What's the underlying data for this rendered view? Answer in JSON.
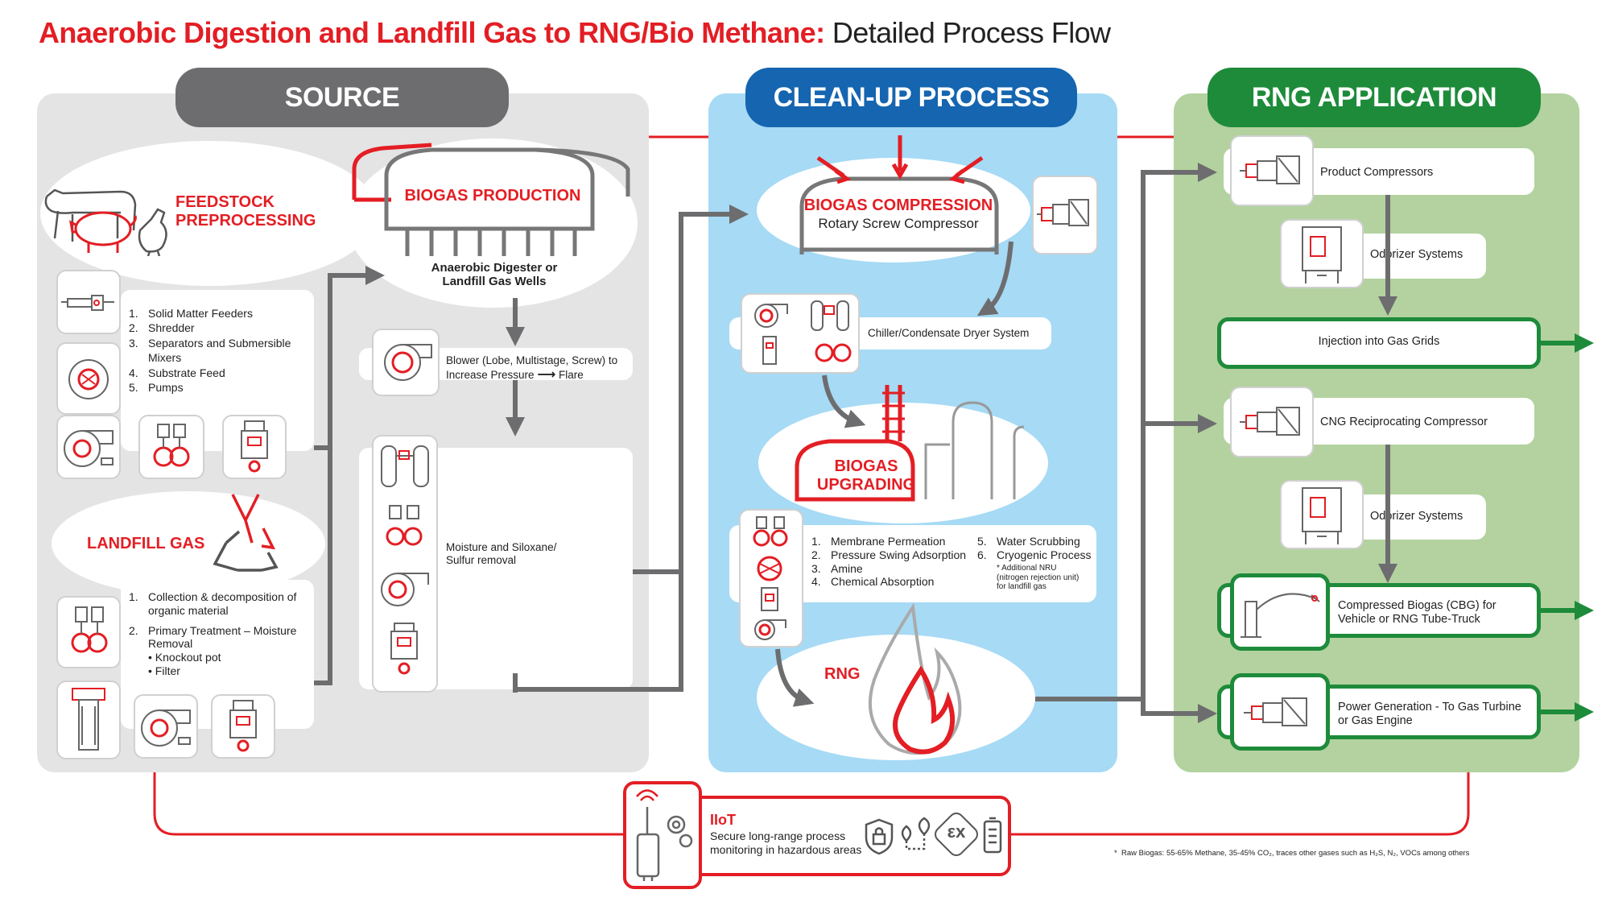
{
  "title": {
    "bold": "Anaerobic Digestion and Landfill Gas to RNG/Bio Methane:",
    "normal": " Detailed Process Flow"
  },
  "colors": {
    "red": "#e31e24",
    "grey": "#6d6d6f",
    "blue": "#1565b0",
    "green": "#1e8b3a",
    "panel_grey": "#e4e4e4",
    "panel_blue": "#a6daf5",
    "panel_green": "#b3d29f"
  },
  "source": {
    "header": "SOURCE",
    "feedstock": {
      "title": "FEEDSTOCK PREPROCESSING",
      "items": [
        {
          "n": "1.",
          "t": "Solid Matter Feeders"
        },
        {
          "n": "2.",
          "t": "Shredder"
        },
        {
          "n": "3.",
          "t": "Separators and Submersible Mixers"
        },
        {
          "n": "4.",
          "t": "Substrate Feed"
        },
        {
          "n": "5.",
          "t": "Pumps"
        }
      ]
    },
    "landfill": {
      "title": "LANDFILL GAS",
      "items": [
        {
          "n": "1.",
          "t": "Collection & decomposition of organic material"
        },
        {
          "n": "2.",
          "t": "Primary Treatment – Moisture Removal",
          "sub": [
            "• Knockout pot",
            "• Filter"
          ]
        }
      ]
    },
    "biogas_production": {
      "title": "BIOGAS PRODUCTION",
      "caption": "Anaerobic Digester or Landfill Gas Wells"
    },
    "blower": {
      "text": "Blower (Lobe, Multistage, Screw) to Increase Pressure",
      "arrow": "⟶",
      "flare": "Flare"
    },
    "moisture": {
      "text": "Moisture and Siloxane/ Sulfur removal"
    }
  },
  "cleanup": {
    "header": "CLEAN-UP PROCESS",
    "compression": {
      "title": "BIOGAS COMPRESSION",
      "subtitle": "Rotary Screw Compressor"
    },
    "chiller": "Chiller/Condensate Dryer System",
    "upgrading": {
      "line1": "BIOGAS",
      "line2": "UPGRADING"
    },
    "methods_left": [
      {
        "n": "1.",
        "t": "Membrane Permeation"
      },
      {
        "n": "2.",
        "t": "Pressure Swing Adsorption"
      },
      {
        "n": "3.",
        "t": "Amine"
      },
      {
        "n": "4.",
        "t": "Chemical Absorption"
      }
    ],
    "methods_right": [
      {
        "n": "5.",
        "t": "Water Scrubbing"
      },
      {
        "n": "6.",
        "t": "Cryogenic Process"
      }
    ],
    "nru_note": "* Additional NRU (nitrogen rejection unit) for landfill gas",
    "rng": "RNG"
  },
  "application": {
    "header": "RNG APPLICATION",
    "product_compressors": "Product Compressors",
    "odorizer1": "Odorizer Systems",
    "injection": "Injection into Gas Grids",
    "cng": "CNG Reciprocating Compressor",
    "odorizer2": "Odorizer Systems",
    "cbg": "Compressed Biogas (CBG) for Vehicle or RNG Tube-Truck",
    "power": "Power Generation - To Gas Turbine or Gas Engine"
  },
  "iiot": {
    "title": "IIoT",
    "text": "Secure long-range process monitoring in hazardous areas",
    "ex": "εx"
  },
  "footnote": {
    "bullet": "*",
    "text": "Raw Biogas: 55-65% Methane, 35-45% CO₂, traces other gases such as H₂S, N₂, VOCs among others"
  },
  "icons": [
    "cow-icon",
    "pig-icon",
    "chicken-icon",
    "feeder-icon",
    "pump-icon",
    "blower-icon",
    "valve-icon",
    "transmitter-icon",
    "recycle-icon",
    "filter-icon",
    "compressor-icon",
    "dryer-icon",
    "flame-icon",
    "gateway-icon",
    "shield-lock-icon",
    "location-icon",
    "battery-icon"
  ]
}
